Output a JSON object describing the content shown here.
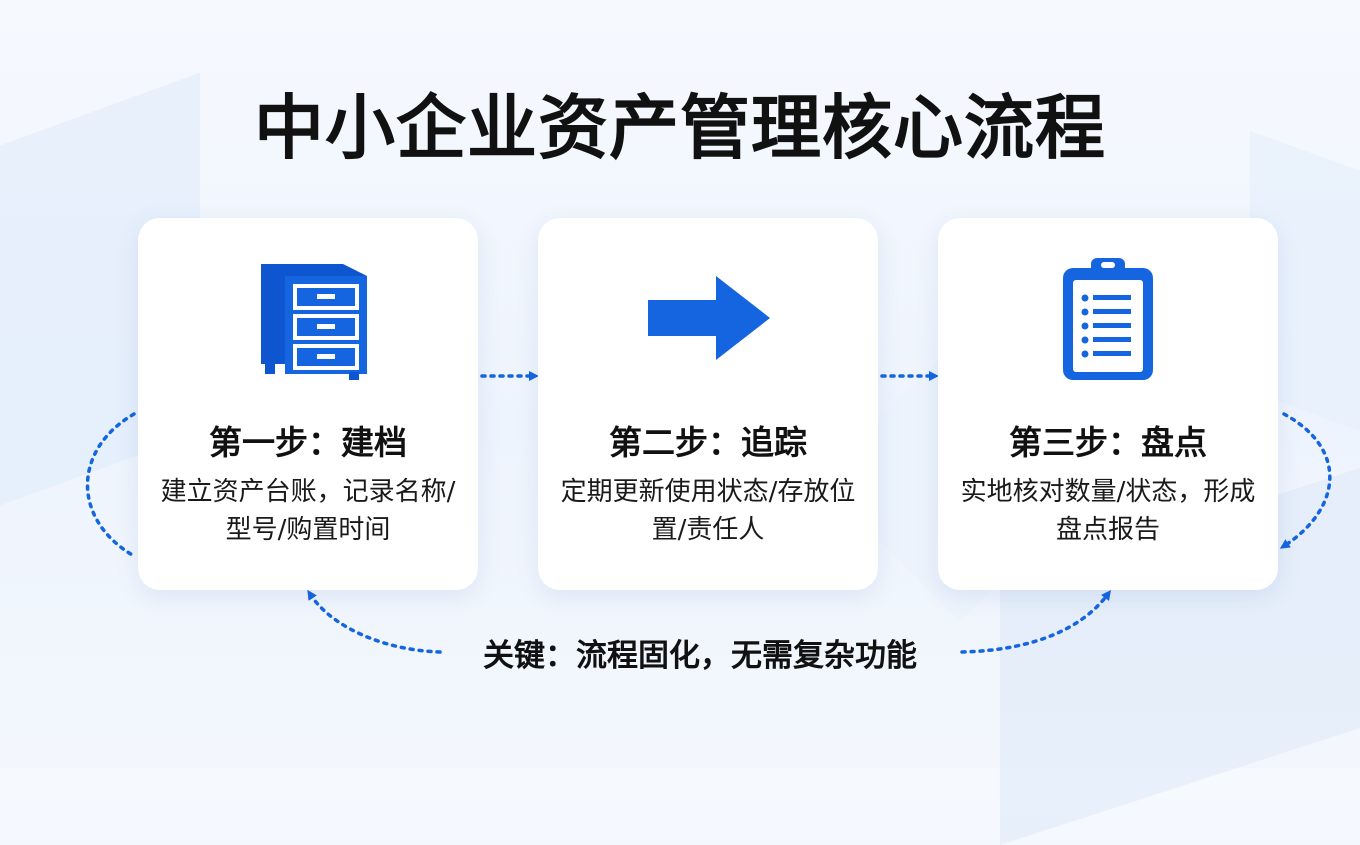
{
  "title": "中小企业资产管理核心流程",
  "steps": [
    {
      "title": "第一步：建档",
      "description": "建立资产台账，记录名称/型号/购置时间",
      "icon": "file-cabinet-icon"
    },
    {
      "title": "第二步：追踪",
      "description": "定期更新使用状态/存放位置/责任人",
      "icon": "right-arrow-icon"
    },
    {
      "title": "第三步：盘点",
      "description": "实地核对数量/状态，形成盘点报告",
      "icon": "clipboard-checklist-icon"
    }
  ],
  "key_note": "关键：流程固化，无需复杂功能",
  "colors": {
    "accent": "#1565e0",
    "accent_light": "#2f7bf0",
    "text": "#111111",
    "card": "#ffffff"
  }
}
